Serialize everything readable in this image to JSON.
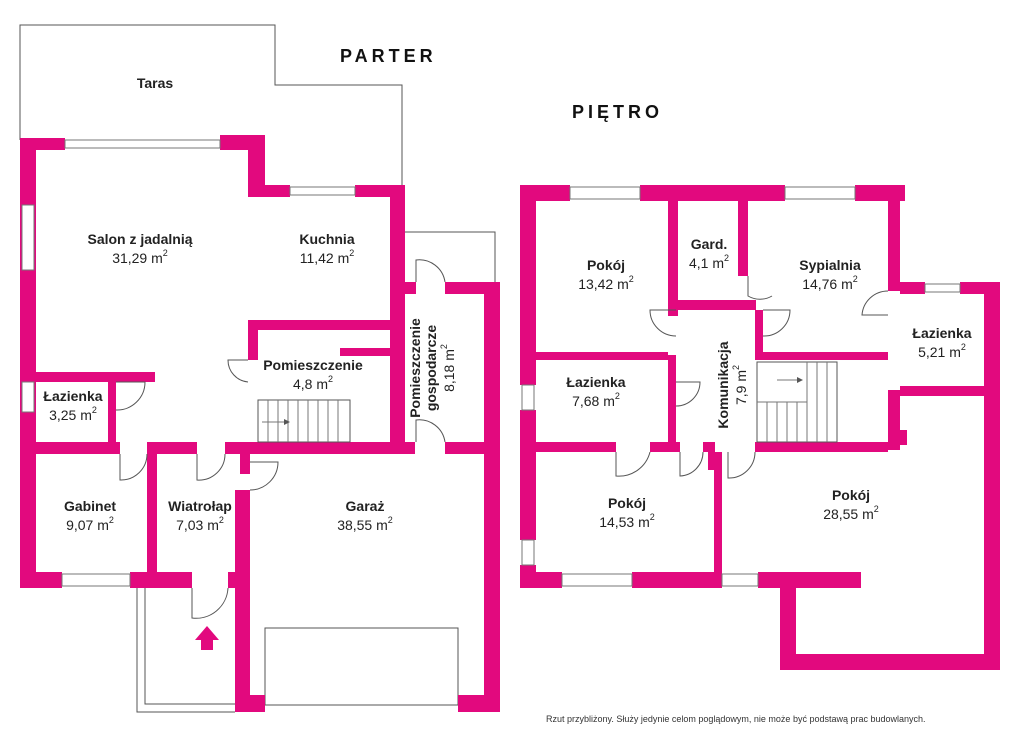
{
  "headers": {
    "ground": "PARTER",
    "upper": "PIĘTRO"
  },
  "colors": {
    "wall": "#e2097e",
    "line": "#555555",
    "entrance": "#e2097e"
  },
  "area_unit": "m",
  "area_exp": "2",
  "ground_rooms": {
    "taras": {
      "name": "Taras"
    },
    "salon": {
      "name": "Salon z jadalnią",
      "area": "31,29 m"
    },
    "kuchnia": {
      "name": "Kuchnia",
      "area": "11,42 m"
    },
    "pomieszczenie": {
      "name": "Pomieszczenie",
      "area": "4,8 m"
    },
    "gospodarcze": {
      "name1": "Pomieszczenie",
      "name2": "gospodarcze",
      "area": "8,18 m"
    },
    "lazienka": {
      "name": "Łazienka",
      "area": "3,25 m"
    },
    "gabinet": {
      "name": "Gabinet",
      "area": "9,07 m"
    },
    "wiatrolap": {
      "name": "Wiatrołap",
      "area": "7,03 m"
    },
    "garaz": {
      "name": "Garaż",
      "area": "38,55 m"
    }
  },
  "upper_rooms": {
    "pokoj1": {
      "name": "Pokój",
      "area": "13,42 m"
    },
    "gard": {
      "name": "Gard.",
      "area": "4,1 m"
    },
    "sypialnia": {
      "name": "Sypialnia",
      "area": "14,76 m"
    },
    "lazienka1": {
      "name": "Łazienka",
      "area": "5,21 m"
    },
    "lazienka2": {
      "name": "Łazienka",
      "area": "7,68 m"
    },
    "komunikacja": {
      "name": "Komunikacja",
      "area": "7,9 m"
    },
    "pokoj2": {
      "name": "Pokój",
      "area": "14,53 m"
    },
    "pokoj3": {
      "name": "Pokój",
      "area": "28,55 m"
    }
  },
  "note": "Rzut przybliżony. Służy jedynie celom poglądowym, nie może być podstawą prac budowlanych."
}
